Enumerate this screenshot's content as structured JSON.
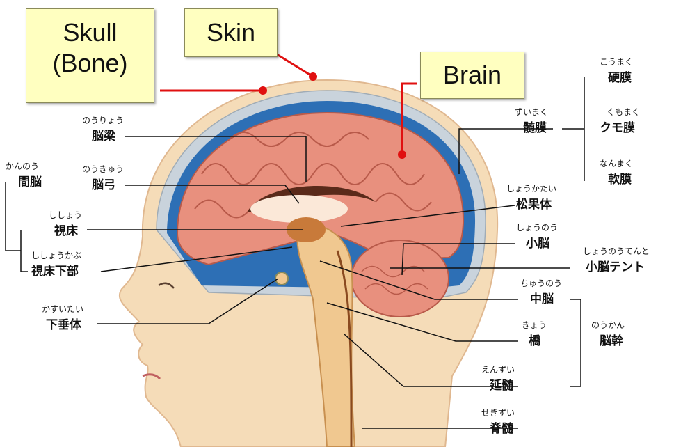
{
  "callouts": {
    "skull": {
      "line1": "Skull",
      "line2": "(Bone)"
    },
    "skin": "Skin",
    "brain": "Brain"
  },
  "labels": {
    "noryo": {
      "furigana": "のうりょう",
      "text": "脳梁"
    },
    "nokyu": {
      "furigana": "のうきゅう",
      "text": "脳弓"
    },
    "kannou": {
      "furigana": "かんのう",
      "text": "間脳"
    },
    "shisho": {
      "furigana": "ししょう",
      "text": "視床"
    },
    "shishokabu": {
      "furigana": "ししょうかぶ",
      "text": "視床下部"
    },
    "kasuitai": {
      "furigana": "かすいたい",
      "text": "下垂体"
    },
    "zuimaku": {
      "furigana": "ずいまく",
      "text": "髄膜"
    },
    "koumaku": {
      "furigana": "こうまく",
      "text": "硬膜"
    },
    "kumomaku": {
      "furigana": "くもまく",
      "text": "クモ膜"
    },
    "nanmaku": {
      "furigana": "なんまく",
      "text": "軟膜"
    },
    "shoukatai": {
      "furigana": "しょうかたい",
      "text": "松果体"
    },
    "shounou": {
      "furigana": "しょうのう",
      "text": "小脳"
    },
    "tento": {
      "furigana": "しょうのうてんと",
      "text": "小脳テント"
    },
    "chuunou": {
      "furigana": "ちゅうのう",
      "text": "中脳"
    },
    "kyou": {
      "furigana": "きょう",
      "text": "橋"
    },
    "noukan": {
      "furigana": "のうかん",
      "text": "脳幹"
    },
    "enzui": {
      "furigana": "えんずい",
      "text": "延髄"
    },
    "sekizui": {
      "furigana": "せきずい",
      "text": "脊髄"
    }
  },
  "colors": {
    "skin": "#f5dcb8",
    "skull": "#c9d3dc",
    "meninges": "#2d6fb5",
    "brain": "#e8907e",
    "brainstem": "#f0c890",
    "callout_bg": "#ffffc0",
    "pointer": "#e01010"
  }
}
